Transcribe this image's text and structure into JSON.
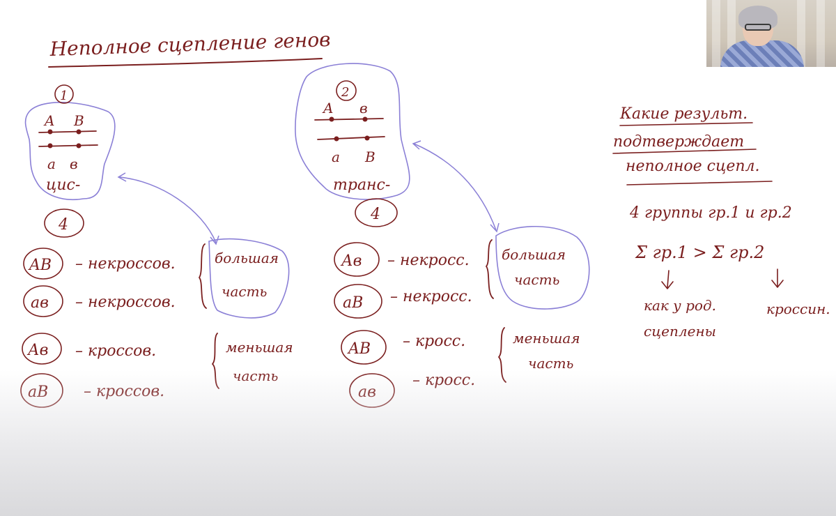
{
  "title": "Неполное сцепление генов",
  "case1": {
    "number": "1",
    "top_labels": [
      "A",
      "B"
    ],
    "bottom_labels": [
      "a",
      "в"
    ],
    "phase": "цис-",
    "count": "4",
    "rows": [
      {
        "genotype": "AB",
        "label": "– некроссов."
      },
      {
        "genotype": "ав",
        "label": "– некроссов."
      },
      {
        "genotype": "Ав",
        "label": "– кроссов."
      },
      {
        "genotype": "аВ",
        "label": "– кроссов."
      }
    ],
    "brace1": [
      "большая",
      "часть"
    ],
    "brace2": [
      "меньшая",
      "часть"
    ]
  },
  "case2": {
    "number": "2",
    "top_labels": [
      "A",
      "в"
    ],
    "bottom_labels": [
      "a",
      "B"
    ],
    "phase": "транс-",
    "count": "4",
    "rows": [
      {
        "genotype": "Ав",
        "label": "– некросс."
      },
      {
        "genotype": "аВ",
        "label": "– некросс."
      },
      {
        "genotype": "AB",
        "label": "– кросс."
      },
      {
        "genotype": "ав",
        "label": "– кросс."
      }
    ],
    "brace1": [
      "большая",
      "часть"
    ],
    "brace2": [
      "меньшая",
      "часть"
    ]
  },
  "right": {
    "question": [
      "Какие результ.",
      "подтверждает",
      "неполное сцепл."
    ],
    "line1": "4 группы гр.1 и гр.2",
    "line2": "Σ гр.1 > Σ гр.2",
    "left_arrow_label": [
      "как у род.",
      "сцеплены"
    ],
    "right_arrow_label": "кроссин."
  }
}
